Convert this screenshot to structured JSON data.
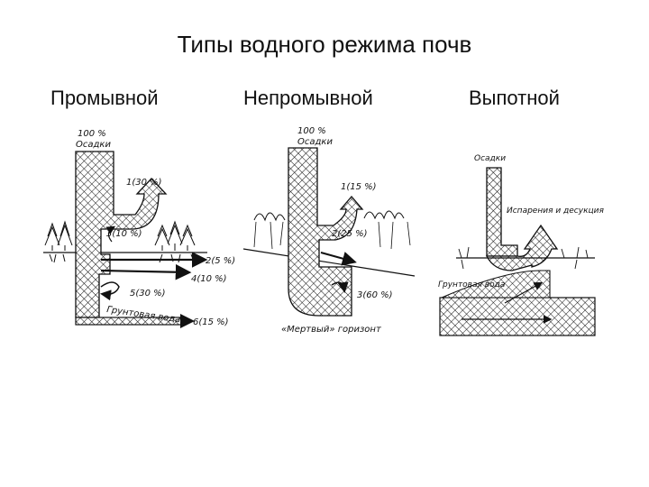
{
  "title": "Типы водного режима почв",
  "columns": [
    {
      "heading": "Промывной",
      "labels": {
        "top_pct": "100 %",
        "precip": "Осадки",
        "l1": "1(30 %)",
        "l3": "3(10 %)",
        "l2": "2(5 %)",
        "l4": "4(10 %)",
        "l5": "5(30 %)",
        "ground": "Грунтовая вода",
        "l6": "6(15 %)"
      }
    },
    {
      "heading": "Непромывной",
      "labels": {
        "top_pct": "100 %",
        "precip": "Осадки",
        "l1": "1(15 %)",
        "l2": "2(25 %)",
        "l3": "3(60 %)",
        "dead": "«Мертвый» горизонт"
      }
    },
    {
      "heading": "Выпотной",
      "labels": {
        "precip": "Осадки",
        "evap": "Испарения и десукция",
        "ground": "Грунтовая вода"
      }
    }
  ]
}
